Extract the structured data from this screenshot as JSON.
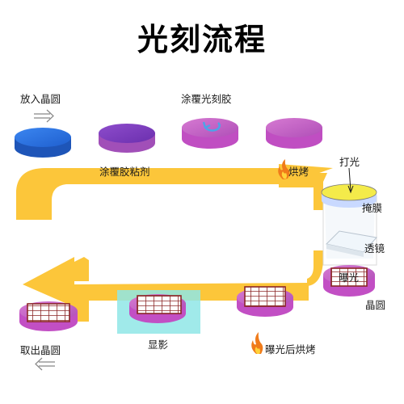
{
  "title": "光刻流程",
  "labels": {
    "load_wafer": "放入晶圆",
    "coat_photoresist": "涂覆光刻胶",
    "coat_adhesive": "涂覆胶粘剂",
    "bake": "烘烤",
    "light_source": "打光",
    "mask": "掩膜",
    "lens": "透镜",
    "exposure": "曝光",
    "wafer": "晶圆",
    "post_exposure_bake": "曝光后烘烤",
    "develop": "显影",
    "unload_wafer": "取出晶圆"
  },
  "colors": {
    "path": "#fcc63a",
    "blue_wafer": "#2a6de0",
    "purple_wafer": "#7d3cc0",
    "magenta_wafer": "#c24fc4",
    "pink_wafer": "#d85cbf",
    "develop_highlight": "#8fe6e6",
    "flame": "#f07b1a"
  },
  "icons": [
    "arrow-right-icon",
    "arrow-left-icon",
    "rotate-icon",
    "flame-icon"
  ]
}
